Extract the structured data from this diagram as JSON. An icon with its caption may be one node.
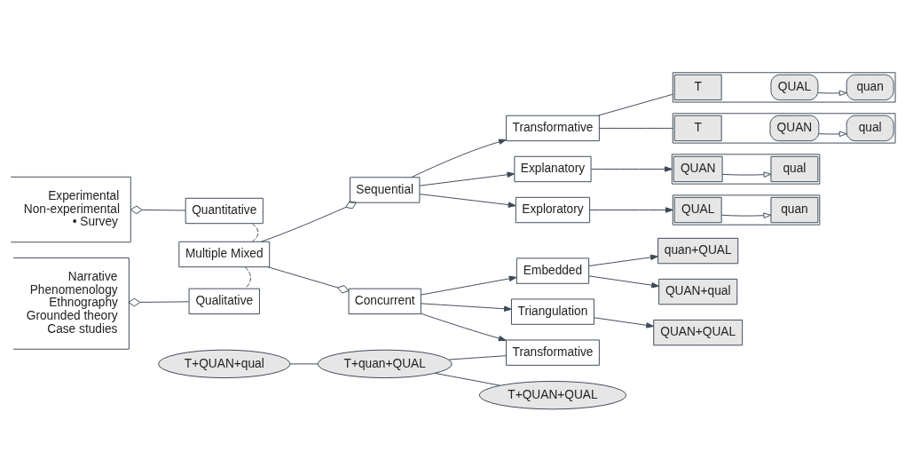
{
  "diagram": {
    "nodes": [
      {
        "text": [
          "Experimental",
          "Non-experimental",
          "• Survey"
        ]
      },
      {
        "text": [
          "Quantitative"
        ]
      },
      {
        "text": [
          "Multiple Mixed"
        ]
      },
      {
        "text": [
          "Narrative",
          "Phenomenology",
          "Ethnography",
          "Grounded theory",
          "Case studies"
        ]
      },
      {
        "text": [
          "Qualitative"
        ]
      },
      {
        "text": [
          "T+QUAN+qual"
        ]
      },
      {
        "text": [
          "T+quan+QUAL"
        ]
      },
      {
        "text": [
          "T+QUAN+QUAL"
        ]
      },
      {
        "text": [
          "Transformative"
        ]
      },
      {
        "text": [
          "Concurrent"
        ]
      },
      {
        "text": [
          "Embedded"
        ]
      },
      {
        "text": [
          "Triangulation"
        ]
      },
      {
        "text": [
          "QUAN+qual"
        ]
      },
      {
        "text": [
          "quan+QUAL"
        ]
      },
      {
        "text": [
          "QUAN+QUAL"
        ]
      },
      {
        "text": [
          "Sequential"
        ]
      },
      {
        "text": [
          "Explanatory"
        ]
      },
      {
        "text": [
          "Exploratory"
        ]
      },
      {
        "text": [
          "Transformative"
        ]
      },
      {
        "text": [],
        "shape": "box"
      },
      {
        "text": [
          "QUAN"
        ],
        "in": 19
      },
      {
        "text": [
          "qual"
        ],
        "in": 19
      },
      {
        "text": [],
        "shape": "box"
      },
      {
        "text": [
          "QUAL"
        ],
        "in": 22
      },
      {
        "text": [
          "quan"
        ],
        "in": 22
      },
      {
        "text": [],
        "shape": "box"
      },
      {
        "text": [
          "T"
        ],
        "in": 25
      },
      {
        "text": [
          "QUAN"
        ],
        "in": 25
      },
      {
        "text": [
          "qual"
        ],
        "in": 25
      },
      {
        "text": [],
        "shape": "box"
      },
      {
        "text": [
          "T"
        ],
        "in": 29
      },
      {
        "text": [
          "QUAL"
        ],
        "in": 29
      },
      {
        "text": [
          "quan"
        ],
        "in": 29
      }
    ],
    "edges": [
      {
        "from": 1,
        "to": 0,
        "arrow": "other"
      },
      {
        "from": 4,
        "to": 3,
        "arrow": "other"
      },
      {
        "from": 1,
        "to": 2,
        "arrow": "none",
        "style": "dashed"
      },
      {
        "from": 2,
        "to": 4,
        "arrow": "none",
        "style": "dashed"
      },
      {
        "from": 2,
        "to": 9,
        "arrow": "other"
      },
      {
        "from": 2,
        "to": 15,
        "arrow": "other"
      },
      {
        "from": 5,
        "to": 6,
        "arrow": "none"
      },
      {
        "from": 6,
        "to": 7,
        "arrow": "none"
      },
      {
        "from": 6,
        "to": 8,
        "arrow": "none"
      },
      {
        "from": 9,
        "to": 8,
        "arrow": "to"
      },
      {
        "from": 9,
        "to": 10,
        "arrow": "to"
      },
      {
        "from": 9,
        "to": 11,
        "arrow": "to"
      },
      {
        "from": 10,
        "to": 12,
        "arrow": "to"
      },
      {
        "from": 10,
        "to": 13,
        "arrow": "to"
      },
      {
        "from": 11,
        "to": 14,
        "arrow": "to"
      },
      {
        "from": 15,
        "to": 16,
        "arrow": "to"
      },
      {
        "from": 15,
        "to": 17,
        "arrow": "to"
      },
      {
        "from": 15,
        "to": 18,
        "arrow": "to"
      },
      {
        "from": 16,
        "to": 19,
        "arrow": "to"
      },
      {
        "from": 17,
        "to": 22,
        "arrow": "to"
      },
      {
        "from": 18,
        "to": 25,
        "arrow": "none"
      },
      {
        "from": 18,
        "to": 29,
        "arrow": "none"
      },
      {
        "from": 20,
        "to": 21,
        "arrow": "to"
      },
      {
        "from": 23,
        "to": 24,
        "arrow": "to"
      },
      {
        "from": 27,
        "to": 28,
        "arrow": "to"
      },
      {
        "from": 31,
        "to": 32,
        "arrow": "to"
      }
    ]
  }
}
